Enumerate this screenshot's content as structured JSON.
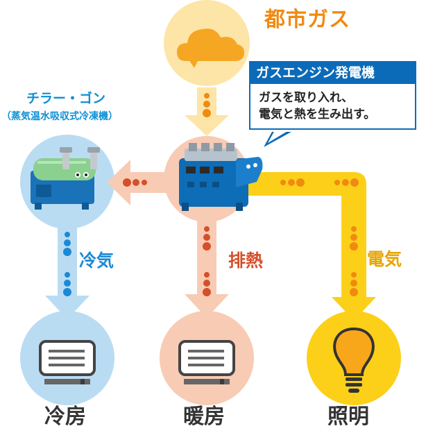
{
  "gas": {
    "label": "都市ガス"
  },
  "engine": {
    "title": "ガスエンジン発電機",
    "desc_line1": "ガスを取り入れ、",
    "desc_line2": "電気と熱を生み出す。"
  },
  "chiller": {
    "title": "チラー・ゴン",
    "subtitle": "（蒸気温水吸収式冷凍機）"
  },
  "flows": {
    "cold": "冷気",
    "heat": "排熱",
    "power": "電気"
  },
  "outputs": [
    {
      "label": "冷房"
    },
    {
      "label": "暖房"
    },
    {
      "label": "照明"
    }
  ],
  "colors": {
    "gas": "#f08a12",
    "cold": "#1b8ad6",
    "heat": "#d4502a",
    "power": "#e7a500",
    "engine": "#0e6db7",
    "chiller_body": "#8ad08f"
  },
  "icons": [
    "cloud-icon",
    "gas-engine-icon",
    "chiller-machine-icon",
    "air-conditioner-icon",
    "light-bulb-icon"
  ]
}
